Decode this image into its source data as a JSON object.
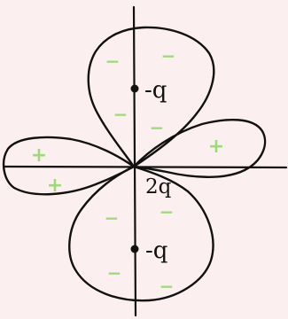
{
  "colors": {
    "background": "#fbf0ef",
    "ink": "#111111",
    "sign_mark": "#9ddb7a"
  },
  "charges": {
    "upper": "-q",
    "center": "2q",
    "lower": "-q"
  },
  "signs": {
    "minus": "−",
    "plus": "+"
  }
}
